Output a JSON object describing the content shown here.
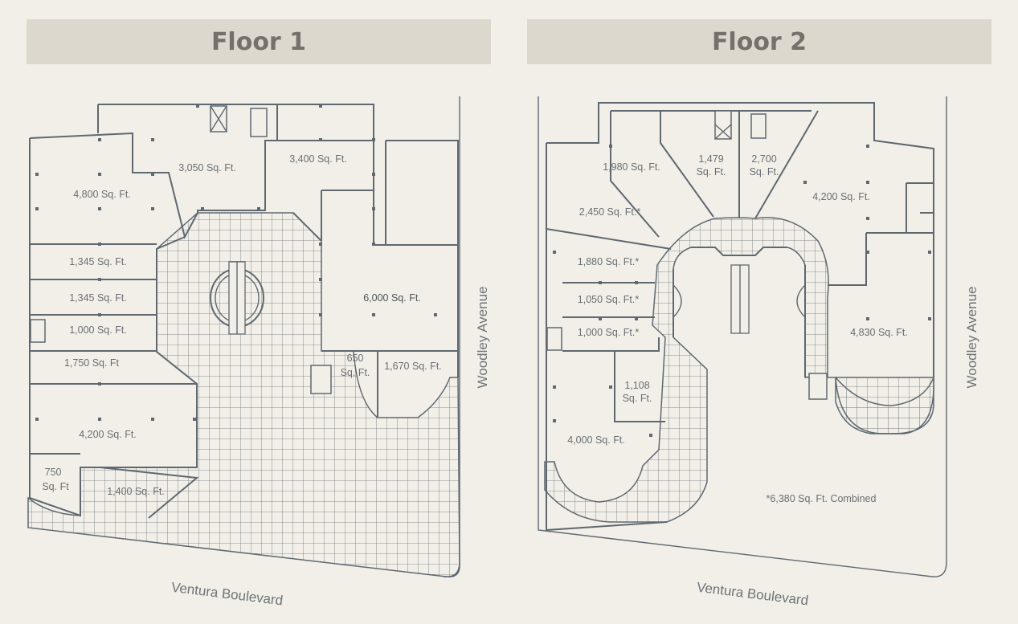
{
  "floors": [
    {
      "title": "Floor 1",
      "street_bottom": "Ventura Boulevard",
      "street_right": "Woodley Avenue",
      "suites": [
        {
          "label": "3,050 Sq. Ft."
        },
        {
          "label": "3,400 Sq. Ft."
        },
        {
          "label": "4,800 Sq. Ft."
        },
        {
          "label": "1,345 Sq. Ft."
        },
        {
          "label": "1,345 Sq. Ft."
        },
        {
          "label": "1,000 Sq. Ft."
        },
        {
          "label": "1,750 Sq. Ft"
        },
        {
          "label": "4,200 Sq. Ft."
        },
        {
          "label": "750",
          "label2": "Sq. Ft"
        },
        {
          "label": "1,400 Sq. Ft."
        },
        {
          "label": "6,000 Sq. Ft."
        },
        {
          "label": "650",
          "label2": "Sq. Ft."
        },
        {
          "label": "1,670 Sq. Ft."
        }
      ]
    },
    {
      "title": "Floor 2",
      "street_bottom": "Ventura Boulevard",
      "street_right": "Woodley Avenue",
      "suites": [
        {
          "label": "1,980 Sq. Ft."
        },
        {
          "label": "1,479",
          "label2": "Sq. Ft."
        },
        {
          "label": "2,700",
          "label2": "Sq. Ft."
        },
        {
          "label": "4,200 Sq. Ft."
        },
        {
          "label": "2,450 Sq. Ft.*"
        },
        {
          "label": "1,880 Sq. Ft.*"
        },
        {
          "label": "1,050 Sq. Ft.*"
        },
        {
          "label": "1,000 Sq. Ft.*"
        },
        {
          "label": "4,830 Sq. Ft."
        },
        {
          "label": "1,108",
          "label2": "Sq. Ft."
        },
        {
          "label": "4,000 Sq. Ft."
        }
      ],
      "footnote": "*6,380 Sq. Ft. Combined"
    }
  ],
  "colors": {
    "background": "#f1efe8",
    "header_band": "#dcd8cd",
    "header_text": "#757069",
    "walls": "#5f6870",
    "labels": "#6a6f74"
  }
}
